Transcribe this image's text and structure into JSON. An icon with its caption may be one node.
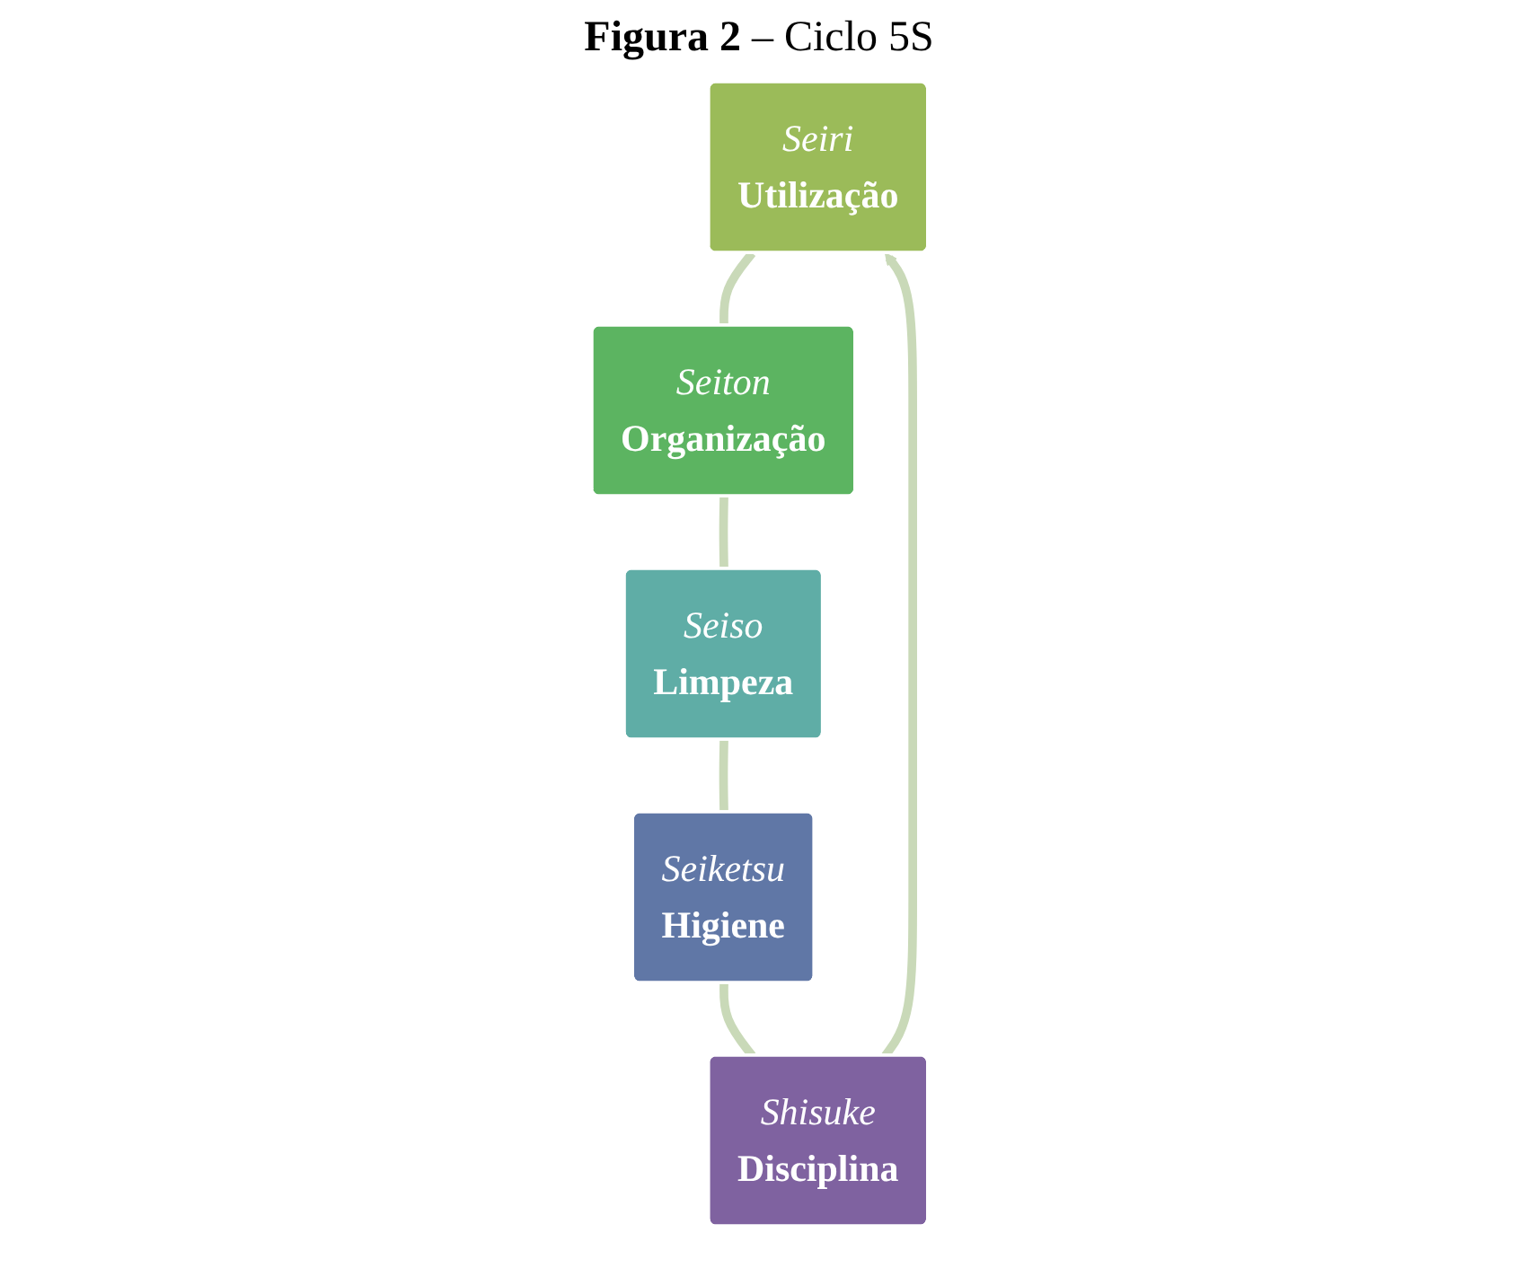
{
  "diagram": {
    "title": "**Figura 2** – Ciclo 5S",
    "nodes": [
      {
        "text": [
          "Seiri",
          "Utilização"
        ]
      },
      {
        "text": [
          "Seiton",
          "Organização"
        ]
      },
      {
        "text": [
          "Seiso",
          "Limpeza"
        ]
      },
      {
        "text": [
          "Seiketsu",
          "Higiene"
        ]
      },
      {
        "text": [
          "Shisuke",
          "Disciplina"
        ]
      }
    ],
    "edges": [
      {
        "from": 0,
        "to": 1,
        "arrow": "none"
      },
      {
        "from": 1,
        "to": 2,
        "arrow": "none"
      },
      {
        "from": 2,
        "to": 3,
        "arrow": "none"
      },
      {
        "from": 3,
        "to": 4,
        "arrow": "none"
      },
      {
        "from": 4,
        "to": 0,
        "arrow": "to"
      }
    ]
  }
}
